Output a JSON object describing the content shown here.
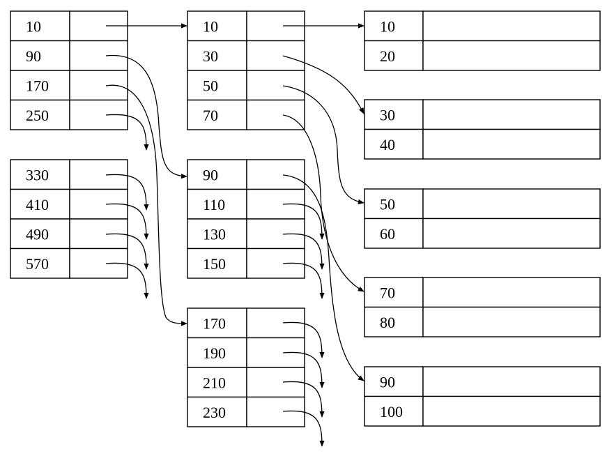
{
  "index_blocks": [
    {
      "id": "root-a",
      "keys": [
        "10",
        "90",
        "170",
        "250"
      ]
    },
    {
      "id": "root-b",
      "keys": [
        "330",
        "410",
        "490",
        "570"
      ]
    },
    {
      "id": "mid-1",
      "keys": [
        "10",
        "30",
        "50",
        "70"
      ]
    },
    {
      "id": "mid-2",
      "keys": [
        "90",
        "110",
        "130",
        "150"
      ]
    },
    {
      "id": "mid-3",
      "keys": [
        "170",
        "190",
        "210",
        "230"
      ]
    }
  ],
  "data_blocks": [
    {
      "id": "data-1",
      "keys": [
        "10",
        "20"
      ]
    },
    {
      "id": "data-2",
      "keys": [
        "30",
        "40"
      ]
    },
    {
      "id": "data-3",
      "keys": [
        "50",
        "60"
      ]
    },
    {
      "id": "data-4",
      "keys": [
        "70",
        "80"
      ]
    },
    {
      "id": "data-5",
      "keys": [
        "90",
        "100"
      ]
    }
  ]
}
